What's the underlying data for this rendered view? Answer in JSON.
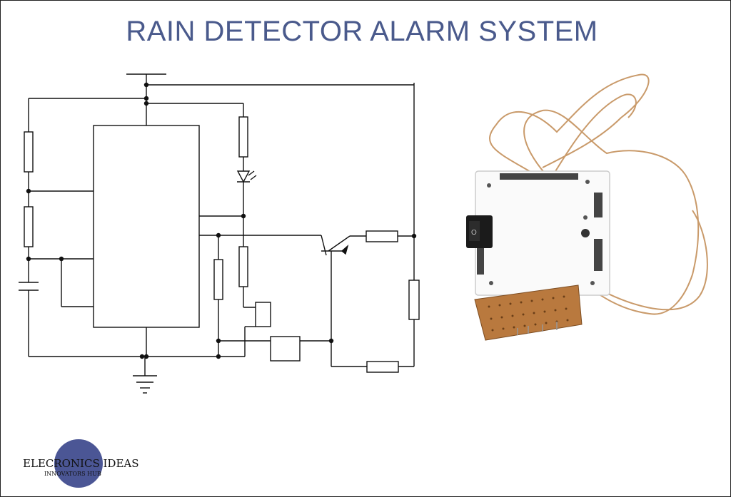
{
  "title": "RAIN DETECTOR ALARM SYSTEM",
  "logo": {
    "name": "ELECRONICS IDEAS",
    "tagline": "INNOVATORS HUB"
  },
  "colors": {
    "title": "#4a5a8c",
    "logo_circle": "#4b5695",
    "wire": "#111111",
    "pcb_board": "#ffffff",
    "perfboard": "#b9793e",
    "sensor_wire": "#c99a6a"
  },
  "photo": {
    "description_icon": "circuit-board-photo-icon"
  }
}
